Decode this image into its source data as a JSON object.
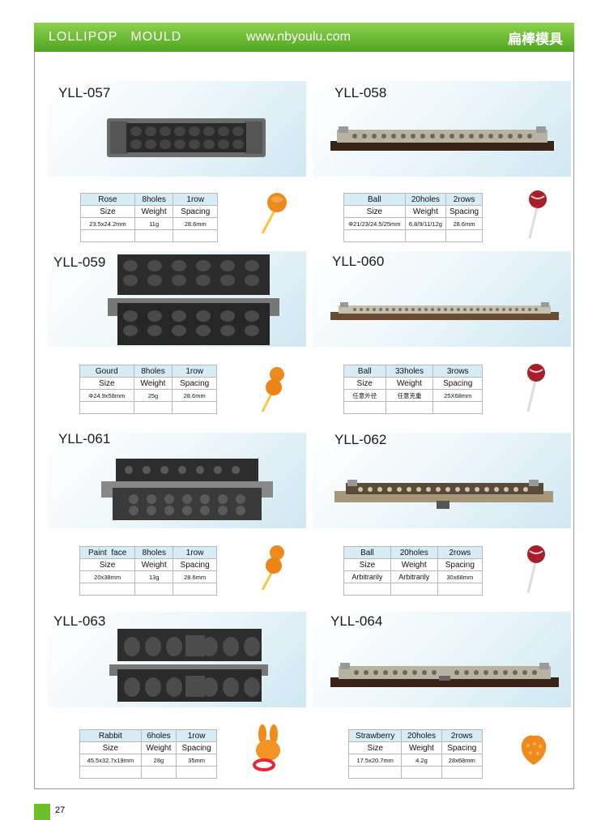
{
  "header": {
    "left": "LOLLIPOP   MOULD",
    "center": "www.nbyoulu.com",
    "right": "扁棒模具"
  },
  "page_number": "27",
  "products": [
    {
      "code": "YLL-057",
      "name": "Rose",
      "holes": "8holes",
      "rows": "1row",
      "size_label": "Size",
      "weight_label": "Weight",
      "spacing_label": "Spacing",
      "size": "23.5x24.2mm",
      "weight": "11g",
      "spacing": "28.6mm"
    },
    {
      "code": "YLL-058",
      "name": "Ball",
      "holes": "20holes",
      "rows": "2rows",
      "size_label": "Size",
      "weight_label": "Weight",
      "spacing_label": "Spacing",
      "size": "Φ21/23/24.5/25mm",
      "weight": "6.8/9/11/12g",
      "spacing": "28.6mm"
    },
    {
      "code": "YLL-059",
      "name": "Gourd",
      "holes": "8holes",
      "rows": "1row",
      "size_label": "Size",
      "weight_label": "Weight",
      "spacing_label": "Spacing",
      "size": "Φ24.9x58mm",
      "weight": "25g",
      "spacing": "28.6mm"
    },
    {
      "code": "YLL-060",
      "name": "Ball",
      "holes": "33holes",
      "rows": "3rows",
      "size_label": "Size",
      "weight_label": "Weight",
      "spacing_label": "Spacing",
      "size": "任意外径",
      "weight": "任意克重",
      "spacing": "25X68mm"
    },
    {
      "code": "YLL-061",
      "name": "Paint  face",
      "holes": "8holes",
      "rows": "1row",
      "size_label": "Size",
      "weight_label": "Weight",
      "spacing_label": "Spacing",
      "size": "20x38mm",
      "weight": "13g",
      "spacing": "28.6mm"
    },
    {
      "code": "YLL-062",
      "name": "Ball",
      "holes": "20holes",
      "rows": "2rows",
      "size_label": "Size",
      "weight_label": "Weight",
      "spacing_label": "Spacing",
      "size": "Arbitrarily",
      "weight": "Arbitrarily",
      "spacing": "30x68mm"
    },
    {
      "code": "YLL-063",
      "name": "Rabbit",
      "holes": "6holes",
      "rows": "1row",
      "size_label": "Size",
      "weight_label": "Weight",
      "spacing_label": "Spacing",
      "size": "45.5x32.7x19mm",
      "weight": "28g",
      "spacing": "35mm"
    },
    {
      "code": "YLL-064",
      "name": "Strawberry",
      "holes": "20holes",
      "rows": "2rows",
      "size_label": "Size",
      "weight_label": "Weight",
      "spacing_label": "Spacing",
      "size": "17.5x20.7mm",
      "weight": "4.2g",
      "spacing": "28x68mm"
    }
  ],
  "colors": {
    "header_green": "#5cb02a",
    "panel_blue": "#cfe8f2",
    "mold_dark": "#2e2e2e",
    "candy_orange": "#f08a1a",
    "candy_red": "#b0202a"
  }
}
